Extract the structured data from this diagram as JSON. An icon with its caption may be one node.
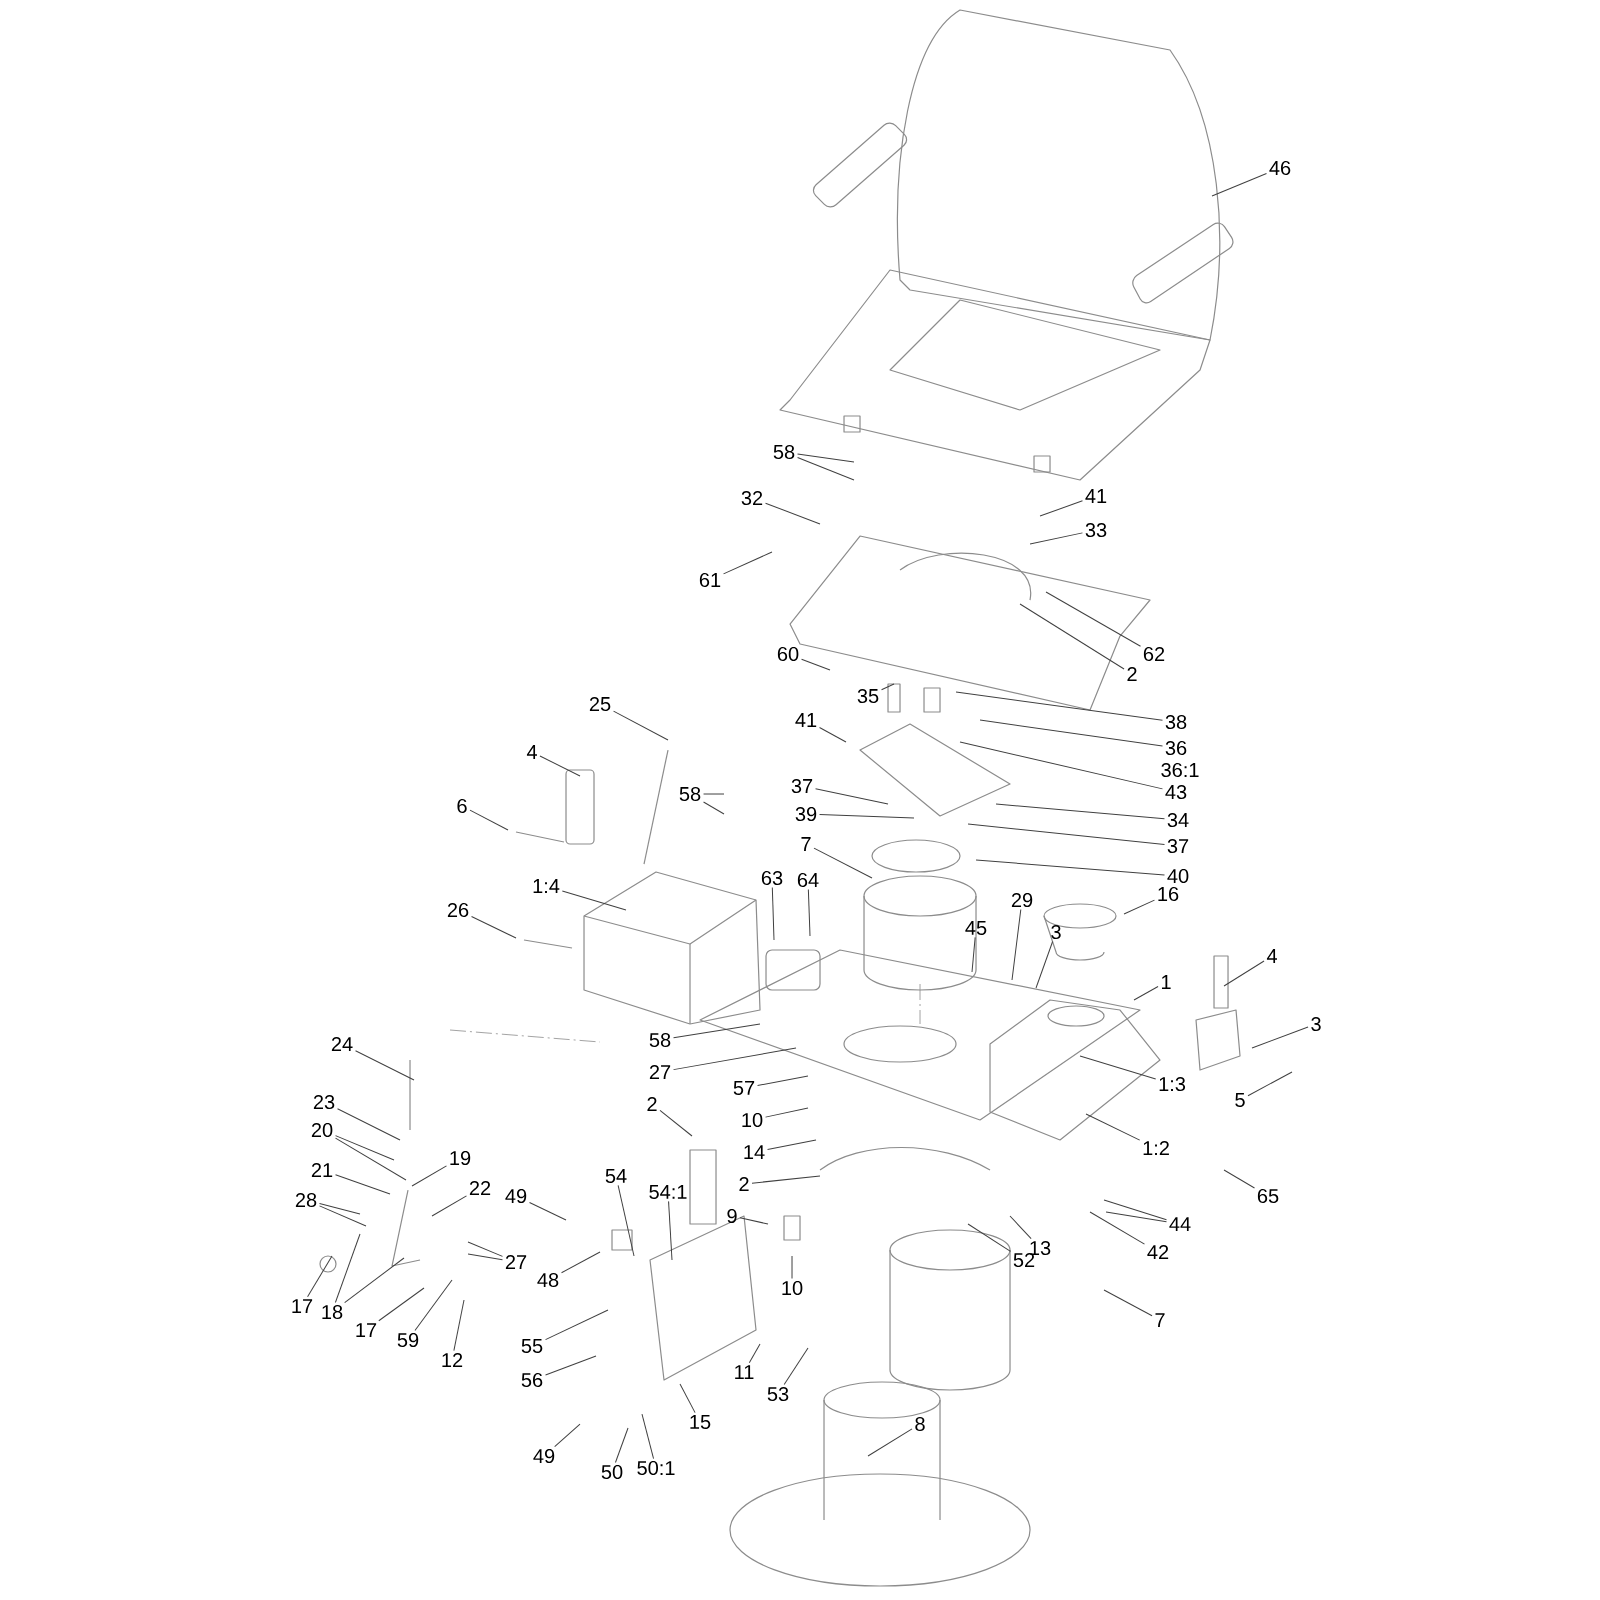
{
  "diagram": {
    "nodes": [
      {
        "text": [
          "46"
        ]
      },
      {
        "text": [
          "58"
        ]
      },
      {
        "text": [
          "41"
        ]
      },
      {
        "text": [
          "33"
        ]
      },
      {
        "text": [
          "32"
        ]
      },
      {
        "text": [
          "61"
        ]
      },
      {
        "text": [
          "62"
        ]
      },
      {
        "text": [
          "2"
        ]
      },
      {
        "text": [
          "60"
        ]
      },
      {
        "text": [
          "35"
        ]
      },
      {
        "text": [
          "38"
        ]
      },
      {
        "text": [
          "36"
        ]
      },
      {
        "text": [
          "43"
        ]
      },
      {
        "text": [
          "41"
        ]
      },
      {
        "text": [
          "37"
        ]
      },
      {
        "text": [
          "34"
        ]
      },
      {
        "text": [
          "39"
        ]
      },
      {
        "text": [
          "37"
        ]
      },
      {
        "text": [
          "7"
        ]
      },
      {
        "text": [
          "40"
        ]
      },
      {
        "text": [
          "16"
        ]
      },
      {
        "text": [
          "4"
        ]
      },
      {
        "text": [
          "1"
        ]
      },
      {
        "text": [
          "45"
        ]
      },
      {
        "text": [
          "29"
        ]
      },
      {
        "text": [
          "3"
        ]
      },
      {
        "text": [
          "64"
        ]
      },
      {
        "text": [
          "63"
        ]
      },
      {
        "text": [
          "25"
        ]
      },
      {
        "text": [
          "4"
        ]
      },
      {
        "text": [
          "6"
        ]
      },
      {
        "text": [
          "58"
        ]
      },
      {
        "text": [
          "1:4"
        ]
      },
      {
        "text": [
          "26"
        ]
      },
      {
        "text": [
          "3"
        ]
      },
      {
        "text": [
          "5"
        ]
      },
      {
        "text": [
          "1:3"
        ]
      },
      {
        "text": [
          "1:2"
        ]
      },
      {
        "text": [
          "65"
        ]
      },
      {
        "text": [
          "44"
        ]
      },
      {
        "text": [
          "42"
        ]
      },
      {
        "text": [
          "13"
        ]
      },
      {
        "text": [
          "52"
        ]
      },
      {
        "text": [
          "24"
        ]
      },
      {
        "text": [
          "23"
        ]
      },
      {
        "text": [
          "20"
        ]
      },
      {
        "text": [
          "19"
        ]
      },
      {
        "text": [
          "21"
        ]
      },
      {
        "text": [
          "22"
        ]
      },
      {
        "text": [
          "28"
        ]
      },
      {
        "text": [
          "27"
        ]
      },
      {
        "text": [
          "17"
        ]
      },
      {
        "text": [
          "18"
        ]
      },
      {
        "text": [
          "17"
        ]
      },
      {
        "text": [
          "59"
        ]
      },
      {
        "text": [
          "12"
        ]
      },
      {
        "text": [
          "49"
        ]
      },
      {
        "text": [
          "48"
        ]
      },
      {
        "text": [
          "54"
        ]
      },
      {
        "text": [
          "54:1"
        ]
      },
      {
        "text": [
          "55"
        ]
      },
      {
        "text": [
          "56"
        ]
      },
      {
        "text": [
          "49"
        ]
      },
      {
        "text": [
          "50"
        ]
      },
      {
        "text": [
          "50:1"
        ]
      },
      {
        "text": [
          "15"
        ]
      },
      {
        "text": [
          "11"
        ]
      },
      {
        "text": [
          "53"
        ]
      },
      {
        "text": [
          "58"
        ]
      },
      {
        "text": [
          "27"
        ]
      },
      {
        "text": [
          "2"
        ]
      },
      {
        "text": [
          "57"
        ]
      },
      {
        "text": [
          "10"
        ]
      },
      {
        "text": [
          "14"
        ]
      },
      {
        "text": [
          "2"
        ]
      },
      {
        "text": [
          "9"
        ]
      },
      {
        "text": [
          "10"
        ]
      },
      {
        "text": [
          "7"
        ]
      },
      {
        "text": [
          "8"
        ]
      }
    ],
    "edges": [
      {
        "from": 0,
        "to": null,
        "arrow": "none"
      },
      {
        "from": 1,
        "to": null,
        "arrow": "none"
      },
      {
        "from": 1,
        "to": null,
        "arrow": "none"
      },
      {
        "from": 2,
        "to": null,
        "arrow": "none"
      },
      {
        "from": 3,
        "to": null,
        "arrow": "none"
      },
      {
        "from": 4,
        "to": null,
        "arrow": "none"
      },
      {
        "from": 5,
        "to": null,
        "arrow": "none"
      },
      {
        "from": 6,
        "to": null,
        "arrow": "none"
      },
      {
        "from": 7,
        "to": null,
        "arrow": "none"
      },
      {
        "from": 8,
        "to": null,
        "arrow": "none"
      },
      {
        "from": 9,
        "to": null,
        "arrow": "none"
      },
      {
        "from": 10,
        "to": null,
        "arrow": "none"
      },
      {
        "from": 11,
        "to": null,
        "arrow": "none"
      },
      {
        "from": 12,
        "to": null,
        "arrow": "none"
      },
      {
        "from": 13,
        "to": null,
        "arrow": "none"
      },
      {
        "from": 14,
        "to": null,
        "arrow": "none"
      },
      {
        "from": 15,
        "to": null,
        "arrow": "none"
      },
      {
        "from": 16,
        "to": null,
        "arrow": "none"
      },
      {
        "from": 17,
        "to": null,
        "arrow": "none"
      },
      {
        "from": 18,
        "to": null,
        "arrow": "none"
      },
      {
        "from": 19,
        "to": null,
        "arrow": "none"
      },
      {
        "from": 20,
        "to": null,
        "arrow": "none"
      },
      {
        "from": 21,
        "to": null,
        "arrow": "none"
      },
      {
        "from": 22,
        "to": null,
        "arrow": "none"
      },
      {
        "from": 23,
        "to": null,
        "arrow": "none"
      },
      {
        "from": 24,
        "to": null,
        "arrow": "none"
      },
      {
        "from": 25,
        "to": null,
        "arrow": "none"
      },
      {
        "from": 26,
        "to": null,
        "arrow": "none"
      },
      {
        "from": 27,
        "to": null,
        "arrow": "none"
      },
      {
        "from": 28,
        "to": null,
        "arrow": "none"
      },
      {
        "from": 29,
        "to": null,
        "arrow": "none"
      },
      {
        "from": 30,
        "to": null,
        "arrow": "none"
      },
      {
        "from": 31,
        "to": null,
        "arrow": "none"
      },
      {
        "from": 31,
        "to": null,
        "arrow": "none"
      },
      {
        "from": 32,
        "to": null,
        "arrow": "none"
      },
      {
        "from": 33,
        "to": null,
        "arrow": "none"
      },
      {
        "from": 34,
        "to": null,
        "arrow": "none"
      },
      {
        "from": 35,
        "to": null,
        "arrow": "none"
      },
      {
        "from": 36,
        "to": null,
        "arrow": "none"
      },
      {
        "from": 37,
        "to": null,
        "arrow": "none"
      },
      {
        "from": 38,
        "to": null,
        "arrow": "none"
      },
      {
        "from": 39,
        "to": null,
        "arrow": "none"
      },
      {
        "from": 39,
        "to": null,
        "arrow": "none"
      },
      {
        "from": 40,
        "to": null,
        "arrow": "none"
      },
      {
        "from": 41,
        "to": null,
        "arrow": "none"
      },
      {
        "from": 42,
        "to": null,
        "arrow": "none"
      },
      {
        "from": 43,
        "to": null,
        "arrow": "none"
      },
      {
        "from": 44,
        "to": null,
        "arrow": "none"
      },
      {
        "from": 45,
        "to": null,
        "arrow": "none"
      },
      {
        "from": 45,
        "to": null,
        "arrow": "none"
      },
      {
        "from": 46,
        "to": null,
        "arrow": "none"
      },
      {
        "from": 47,
        "to": null,
        "arrow": "none"
      },
      {
        "from": 48,
        "to": null,
        "arrow": "none"
      },
      {
        "from": 49,
        "to": null,
        "arrow": "none"
      },
      {
        "from": 49,
        "to": null,
        "arrow": "none"
      },
      {
        "from": 50,
        "to": null,
        "arrow": "none"
      },
      {
        "from": 50,
        "to": null,
        "arrow": "none"
      },
      {
        "from": 51,
        "to": null,
        "arrow": "none"
      },
      {
        "from": 52,
        "to": null,
        "arrow": "none"
      },
      {
        "from": 52,
        "to": null,
        "arrow": "none"
      },
      {
        "from": 53,
        "to": null,
        "arrow": "none"
      },
      {
        "from": 54,
        "to": null,
        "arrow": "none"
      },
      {
        "from": 55,
        "to": null,
        "arrow": "none"
      },
      {
        "from": 56,
        "to": null,
        "arrow": "none"
      },
      {
        "from": 57,
        "to": null,
        "arrow": "none"
      },
      {
        "from": 58,
        "to": null,
        "arrow": "none"
      },
      {
        "from": 59,
        "to": null,
        "arrow": "none"
      },
      {
        "from": 60,
        "to": null,
        "arrow": "none"
      },
      {
        "from": 61,
        "to": null,
        "arrow": "none"
      },
      {
        "from": 62,
        "to": null,
        "arrow": "none"
      },
      {
        "from": 63,
        "to": null,
        "arrow": "none"
      },
      {
        "from": 64,
        "to": null,
        "arrow": "none"
      },
      {
        "from": 65,
        "to": null,
        "arrow": "none"
      },
      {
        "from": 66,
        "to": null,
        "arrow": "none"
      },
      {
        "from": 67,
        "to": null,
        "arrow": "none"
      },
      {
        "from": 68,
        "to": null,
        "arrow": "none"
      },
      {
        "from": 69,
        "to": null,
        "arrow": "none"
      },
      {
        "from": 70,
        "to": null,
        "arrow": "none"
      },
      {
        "from": 71,
        "to": null,
        "arrow": "none"
      },
      {
        "from": 72,
        "to": null,
        "arrow": "none"
      },
      {
        "from": 73,
        "to": null,
        "arrow": "none"
      },
      {
        "from": 74,
        "to": null,
        "arrow": "none"
      },
      {
        "from": 75,
        "to": null,
        "arrow": "none"
      },
      {
        "from": 76,
        "to": null,
        "arrow": "none"
      },
      {
        "from": 77,
        "to": null,
        "arrow": "none"
      },
      {
        "from": 78,
        "to": null,
        "arrow": "none"
      }
    ],
    "labels": [
      "36:1"
    ]
  }
}
